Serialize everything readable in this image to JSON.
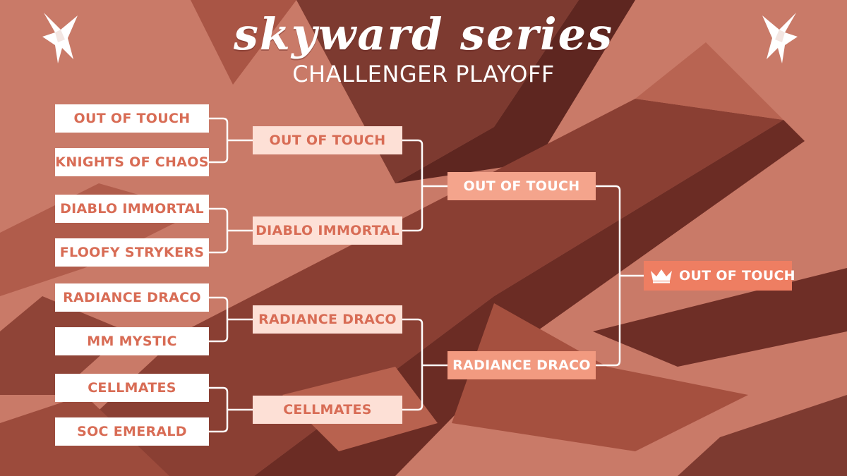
{
  "header": {
    "title": "skyward series",
    "subtitle": "CHALLENGER PLAYOFF"
  },
  "bracket": {
    "round1": [
      "OUT OF TOUCH",
      "KNIGHTS OF CHAOS",
      "DIABLO IMMORTAL",
      "FLOOFY STRYKERS",
      "RADIANCE DRACO",
      "MM MYSTIC",
      "CELLMATES",
      "SOC EMERALD"
    ],
    "round2": [
      "OUT OF TOUCH",
      "DIABLO IMMORTAL",
      "RADIANCE DRACO",
      "CELLMATES"
    ],
    "semis": [
      "OUT OF TOUCH",
      "RADIANCE DRACO"
    ],
    "champion": "OUT OF TOUCH"
  },
  "colors": {
    "background": "#c97a68",
    "accent": "#ee7e62",
    "text_accent": "#d86c55"
  },
  "icons": [
    "dove-icon",
    "crown-icon"
  ]
}
